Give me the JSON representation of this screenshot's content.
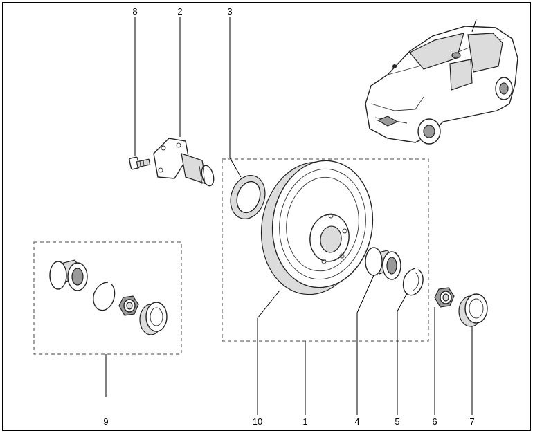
{
  "callouts": {
    "c1": "1",
    "c2": "2",
    "c3": "3",
    "c4": "4",
    "c5": "5",
    "c6": "6",
    "c7": "7",
    "c8": "8",
    "c9": "9",
    "c10": "10"
  },
  "colors": {
    "line": "#000000",
    "fill": "#ffffff",
    "shade": "#dcdcdc"
  },
  "icons": {
    "vehicle": "car-locator-icon"
  }
}
